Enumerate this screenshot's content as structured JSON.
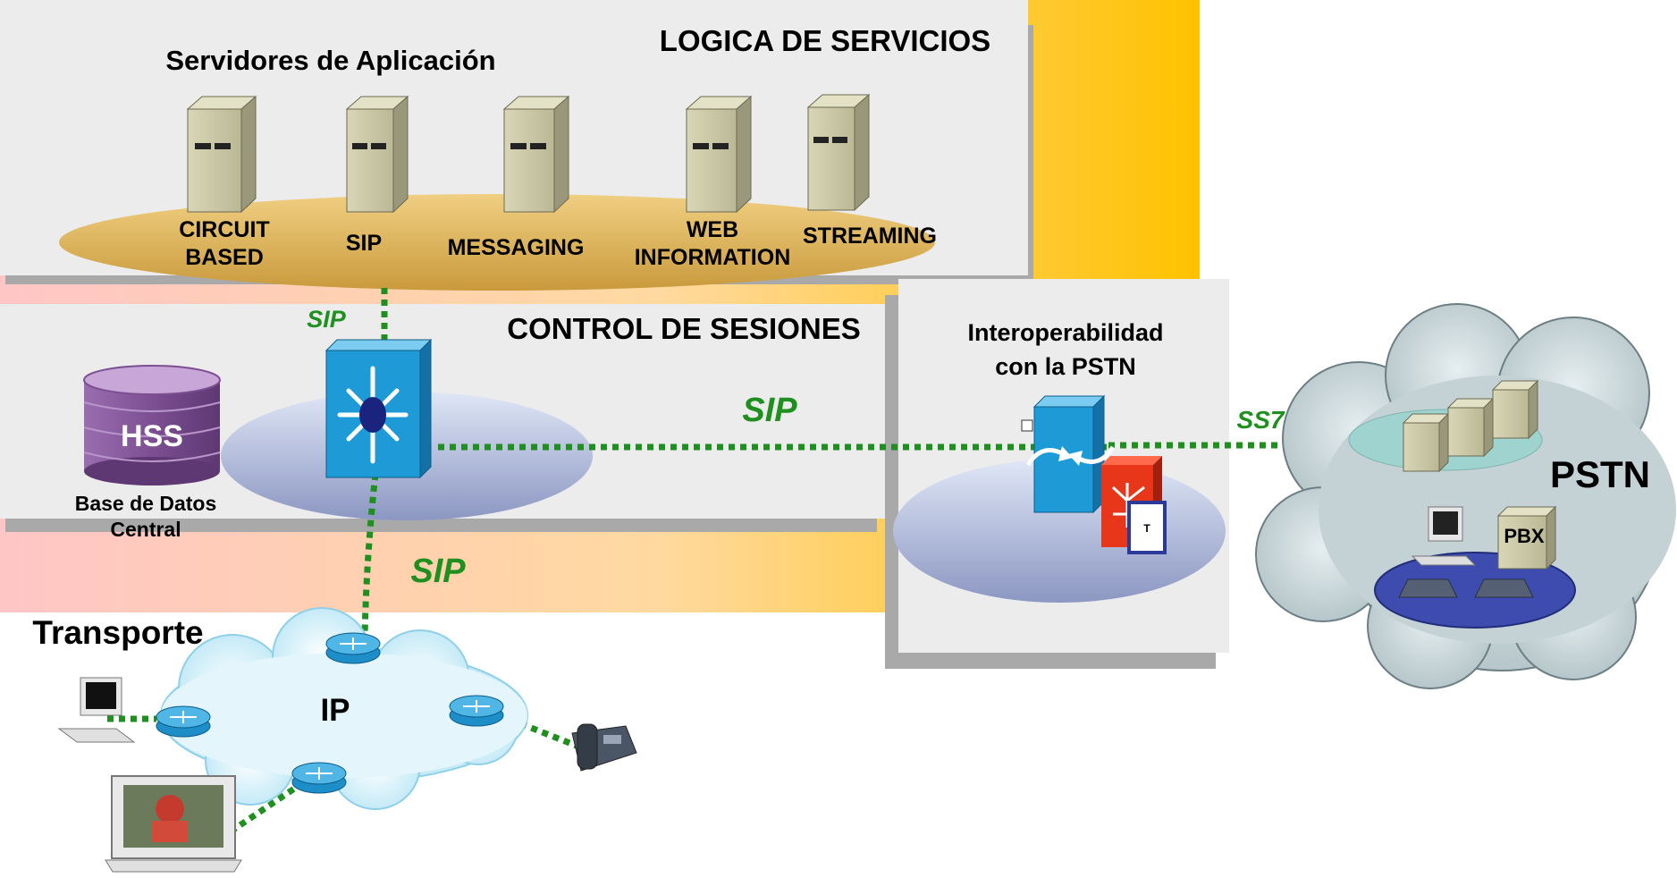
{
  "layers": {
    "services_title": "LOGICA DE SERVICIOS",
    "app_servers_title": "Servidores de Aplicación",
    "session_control_title": "CONTROL DE SESIONES",
    "transport_title": "Transporte"
  },
  "servers": [
    {
      "label_line1": "CIRCUIT",
      "label_line2": "BASED"
    },
    {
      "label_line1": "SIP",
      "label_line2": ""
    },
    {
      "label_line1": "MESSAGING",
      "label_line2": ""
    },
    {
      "label_line1": "WEB",
      "label_line2": "INFORMATION"
    },
    {
      "label_line1": "STREAMING",
      "label_line2": ""
    }
  ],
  "hss": {
    "label": "HSS",
    "caption_line1": "Base de Datos",
    "caption_line2": "Central"
  },
  "interop": {
    "title_line1": "Interoperabilidad",
    "title_line2": "con la PSTN",
    "gateway_tag": "T"
  },
  "links": {
    "sip_top": "SIP",
    "sip_middle": "SIP",
    "sip_bottom": "SIP",
    "ss7": "SS7"
  },
  "pstn": {
    "label": "PSTN",
    "pbx_label": "PBX"
  },
  "ip_cloud": {
    "label": "IP"
  },
  "colors": {
    "link_green": "#1f8f1f",
    "band_yellow": "#ffc51a",
    "band_pink": "#ffc4c4",
    "panel_grey": "#ececec",
    "server_tan": "#c7c5a2",
    "oval_gold": "#d9a846",
    "switch_blue": "#1e9bd7",
    "cloud_blue": "#c8ecf7",
    "cloud_grey": "#b7c9cc",
    "hss_purple": "#7a4f8e"
  }
}
